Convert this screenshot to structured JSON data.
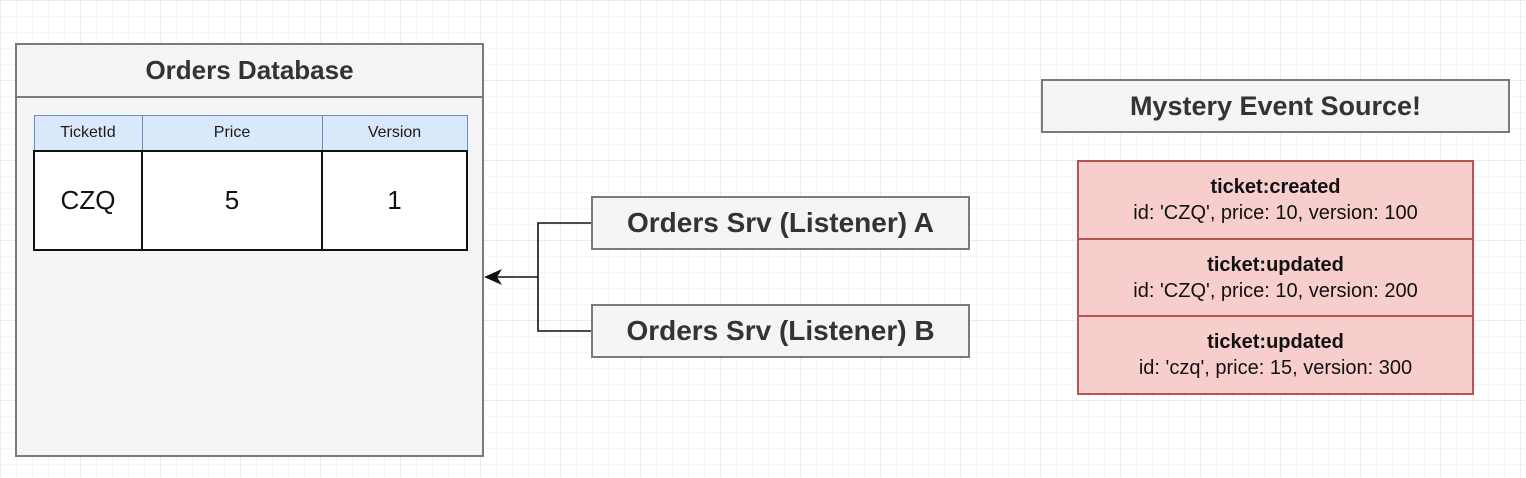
{
  "orders_db": {
    "title": "Orders Database",
    "table": {
      "headers": [
        "TicketId",
        "Price",
        "Version"
      ],
      "rows": [
        [
          "CZQ",
          "5",
          "1"
        ]
      ]
    }
  },
  "listeners": [
    {
      "label": "Orders Srv (Listener) A"
    },
    {
      "label": "Orders Srv (Listener) B"
    }
  ],
  "event_source": {
    "title": "Mystery Event Source!",
    "events": [
      {
        "name": "ticket:created",
        "detail": "id: 'CZQ', price: 10, version: 100"
      },
      {
        "name": "ticket:updated",
        "detail": "id: 'CZQ', price: 10, version: 200"
      },
      {
        "name": "ticket:updated",
        "detail": "id: 'czq', price: 15, version: 300"
      }
    ]
  },
  "colors": {
    "table_header_fill": "#dae8fc",
    "table_header_border": "#6c8ebf",
    "event_fill": "#f8cecc",
    "event_border": "#b85450",
    "box_fill": "#f5f5f5",
    "box_border": "#7a7a7a"
  }
}
